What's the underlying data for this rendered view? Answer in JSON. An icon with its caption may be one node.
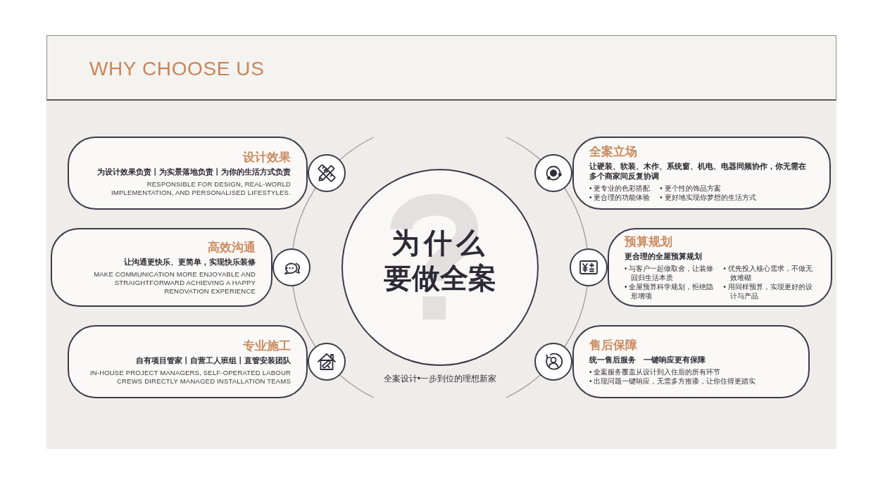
{
  "diagram": {
    "title": "WHY CHOOSE US",
    "caption": "全案设计•一步到位的理想新家",
    "nodes": [
      {
        "text": [
          "设计效果",
          "为设计效果负责丨为实景落地负责丨为你的生活方式负责",
          "RESPONSIBLE FOR DESIGN, REAL-WORLD IMPLEMENTATION, AND PERSONALISED LIFESTYLES."
        ]
      },
      {
        "text": [
          "高效沟通",
          "让沟通更快乐、更简单，实现快乐装修",
          "MAKE COMMUNICATION MORE ENJOYABLE AND STRAIGHTFORWARD ACHIEVING A HAPPY RENOVATION EXPERIENCE"
        ]
      },
      {
        "text": [
          "专业施工",
          "自有项目管家丨自营工人班组丨直管安装团队",
          "IN-HOUSE PROJECT MANAGERS, SELF-OPERATED LABOUR CREWS DIRECTLY MANAGED INSTALLATION TEAMS"
        ]
      },
      {
        "text": [
          "为什么要做全案"
        ]
      },
      {
        "text": [
          "全案立场",
          "让硬装、软装、木作、系统窗、机电、电器同频协作，你无需在多个商家间反复协调",
          "• 更专业的色彩搭配",
          "• 更个性的饰品方案",
          "• 更合理的功能体验",
          "• 更好地实现你梦想的生活方式"
        ]
      },
      {
        "text": [
          "预算规划",
          "更合理的全屋预算规划",
          "• 与客户一起做取舍，让装修回归生活本质",
          "• 优先投入核心需求，不做无效堆砌",
          "• 全屋预算科学规划，拒绝隐形增项",
          "• 用同样预算，实现更好的设计与产品"
        ]
      },
      {
        "text": [
          "售后保障",
          "统一售后服务　一键响应更有保障",
          "• 全案服务覆盖从设计到入住后的所有环节",
          "• 出现问题一键响应，无需多方推诿，让你住得更踏实"
        ]
      }
    ]
  }
}
